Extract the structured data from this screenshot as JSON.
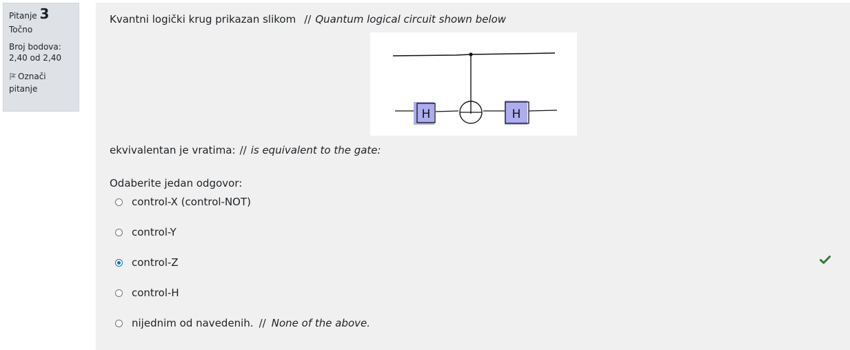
{
  "info": {
    "question_label": "Pitanje",
    "question_number": "3",
    "state": "Točno",
    "grade_label": "Broj bodova:",
    "grade_value": "2,40 od 2,40",
    "flag_label": "Označi pitanje"
  },
  "question": {
    "text_hr": "Kvantni logički krug prikazan slikom",
    "separator": "//",
    "text_en": "Quantum logical circuit shown below",
    "equivalent_hr": "ekvivalentan je vratima:",
    "equivalent_en": "is equivalent to the gate:",
    "circuit": {
      "gate_left": "H",
      "gate_right": "H",
      "gate_fill": "#a9a8ee"
    }
  },
  "answer": {
    "prompt": "Odaberite jedan odgovor:",
    "options": [
      {
        "label": "control-X (control-NOT)",
        "checked": false
      },
      {
        "label": "control-Y",
        "checked": false
      },
      {
        "label": "control-Z",
        "checked": true
      },
      {
        "label": "control-H",
        "checked": false
      },
      {
        "label_hr": "nijednim od navedenih.",
        "separator": "//",
        "label_en": "None of the above.",
        "checked": false
      }
    ],
    "correct_icon": "check-icon",
    "correct_color": "#357a32"
  }
}
